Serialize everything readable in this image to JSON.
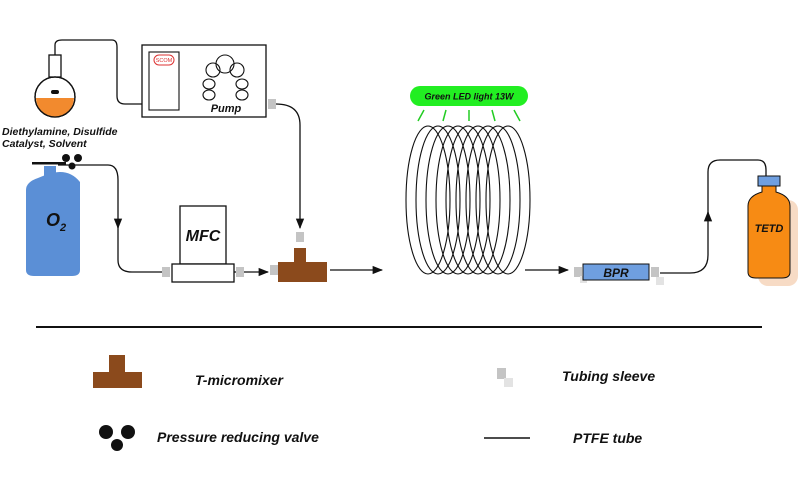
{
  "diagram": {
    "flask_label_line1": "Diethylamine, Disulfide",
    "flask_label_line2": "Catalyst, Solvent",
    "pump_display": "SCOM",
    "pump_label": "Pump",
    "o2_label_main": "O",
    "o2_label_sub": "2",
    "mfc_label": "MFC",
    "led_label": "Green LED light 13W",
    "bpr_label": "BPR",
    "product_label": "TETD"
  },
  "legend": {
    "t_micromixer": "T-micromixer",
    "tubing_sleeve": "Tubing sleeve",
    "pressure_reducing_valve": "Pressure reducing valve",
    "ptfe_tube": "PTFE tube"
  },
  "colors": {
    "flask_liquid": "#f28a2e",
    "o2_cylinder": "#5b8fd6",
    "mixer": "#8b4a1c",
    "led": "#22ee22",
    "bpr": "#6f9fe0",
    "product": "#f78b14",
    "sleeve": "#c8c8c8"
  }
}
